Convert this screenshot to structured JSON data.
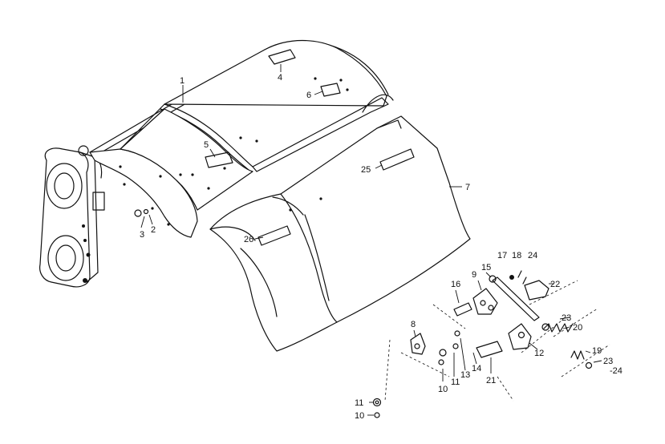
{
  "diagram": {
    "callouts": [
      {
        "id": "c1",
        "text": "1"
      },
      {
        "id": "c2",
        "text": "2"
      },
      {
        "id": "c3",
        "text": "3"
      },
      {
        "id": "c4",
        "text": "4"
      },
      {
        "id": "c5",
        "text": "5"
      },
      {
        "id": "c6",
        "text": "6"
      },
      {
        "id": "c7",
        "text": "7"
      },
      {
        "id": "c8",
        "text": "8"
      },
      {
        "id": "c9",
        "text": "9"
      },
      {
        "id": "c10a",
        "text": "10"
      },
      {
        "id": "c10b",
        "text": "10"
      },
      {
        "id": "c11a",
        "text": "11"
      },
      {
        "id": "c11b",
        "text": "11"
      },
      {
        "id": "c12",
        "text": "12"
      },
      {
        "id": "c13",
        "text": "13"
      },
      {
        "id": "c14",
        "text": "14"
      },
      {
        "id": "c15",
        "text": "15"
      },
      {
        "id": "c16",
        "text": "16"
      },
      {
        "id": "c17",
        "text": "17"
      },
      {
        "id": "c18",
        "text": "18"
      },
      {
        "id": "c19",
        "text": "19"
      },
      {
        "id": "c20",
        "text": "20"
      },
      {
        "id": "c21",
        "text": "21"
      },
      {
        "id": "c22",
        "text": "22"
      },
      {
        "id": "c23a",
        "text": "23"
      },
      {
        "id": "c23b",
        "text": "23"
      },
      {
        "id": "c24a",
        "text": "24"
      },
      {
        "id": "c24b",
        "text": "-24"
      },
      {
        "id": "c25",
        "text": "25"
      },
      {
        "id": "c26",
        "text": "26"
      }
    ]
  }
}
